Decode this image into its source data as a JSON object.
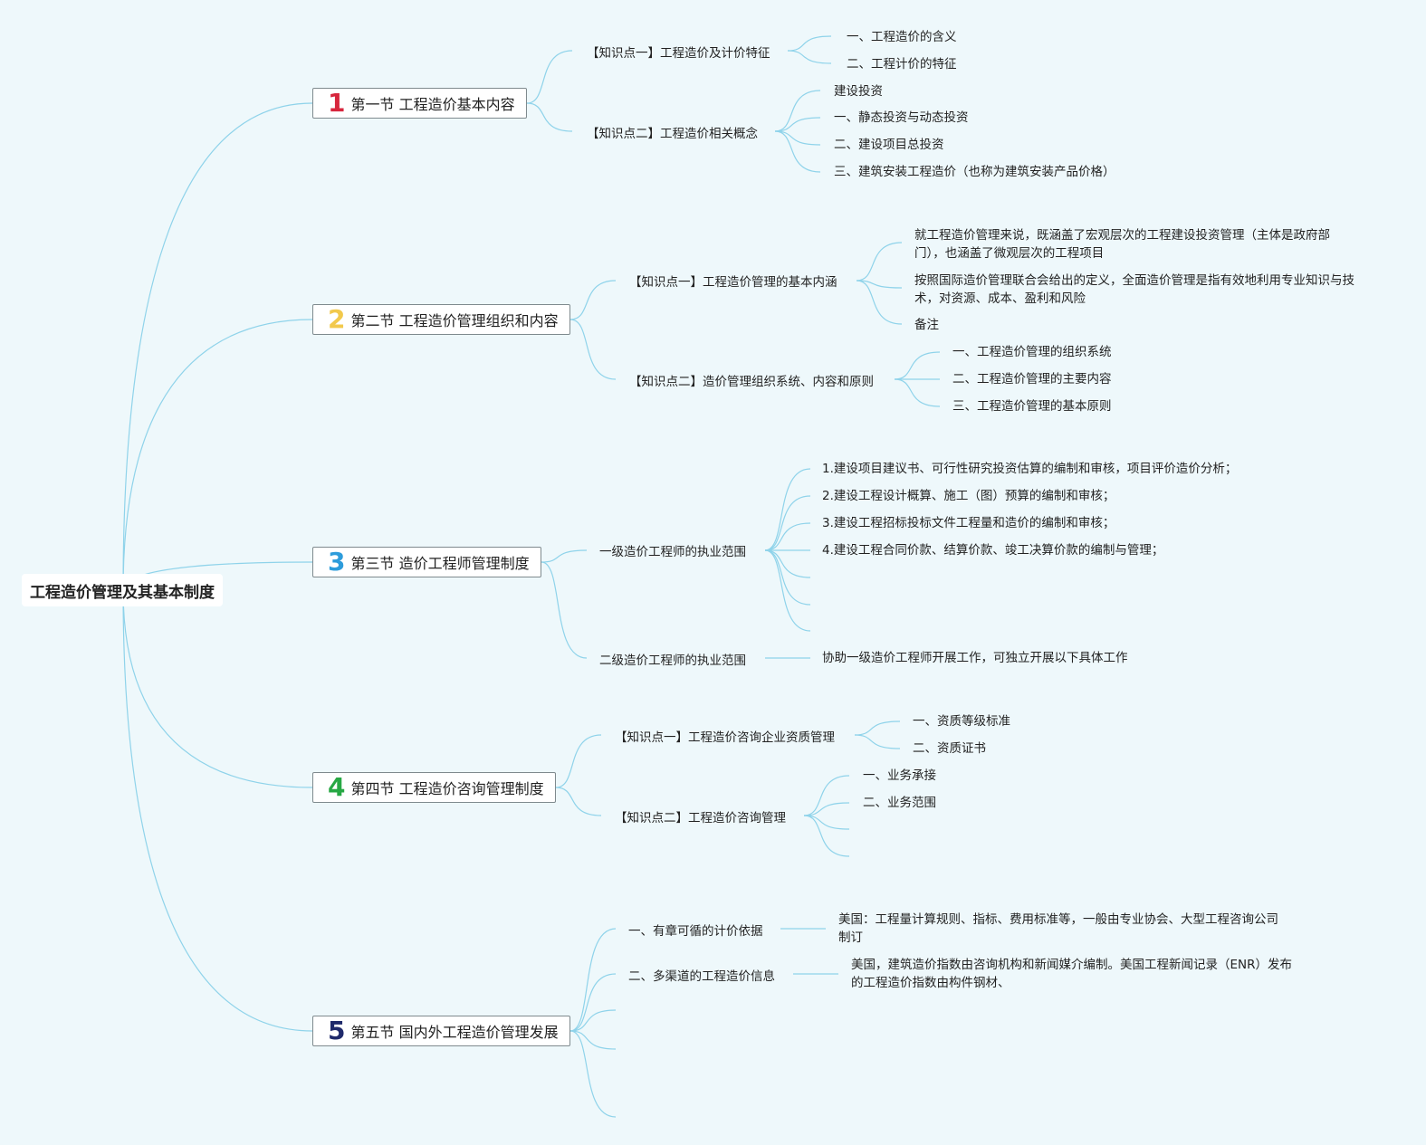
{
  "colors": {
    "background": "#eef8fb",
    "connector": "#8fd3ea",
    "section1_num": "#d7263d",
    "section2_num": "#f2c94c",
    "section3_num": "#2d9cdb",
    "section4_num": "#27a844",
    "section5_num": "#1f2a6b"
  },
  "root": {
    "title": "工程造价管理及其基本制度"
  },
  "sections": [
    {
      "num": "1",
      "title": "第一节 工程造价基本内容",
      "knowledge_points": [
        {
          "label": "【知识点一】工程造价及计价特征",
          "items": [
            "一、工程造价的含义",
            "二、工程计价的特征"
          ]
        },
        {
          "label": "【知识点二】工程造价相关概念",
          "items": [
            "建设投资",
            "一、静态投资与动态投资",
            "二、建设项目总投资",
            "三、建筑安装工程造价（也称为建筑安装产品价格）"
          ]
        }
      ]
    },
    {
      "num": "2",
      "title": "第二节 工程造价管理组织和内容",
      "knowledge_points": [
        {
          "label": "【知识点一】工程造价管理的基本内涵",
          "items": [
            "就工程造价管理来说，既涵盖了宏观层次的工程建设投资管理（主体是政府部门），也涵盖了微观层次的工程项目",
            "按照国际造价管理联合会给出的定义，全面造价管理是指有效地利用专业知识与技术，对资源、成本、盈利和风险",
            "备注"
          ]
        },
        {
          "label": "【知识点二】造价管理组织系统、内容和原则",
          "items": [
            "一、工程造价管理的组织系统",
            "二、工程造价管理的主要内容",
            "三、工程造价管理的基本原则"
          ]
        }
      ]
    },
    {
      "num": "3",
      "title": "第三节 造价工程师管理制度",
      "knowledge_points": [
        {
          "label": "一级造价工程师的执业范围",
          "items": [
            "1.建设项目建议书、可行性研究投资估算的编制和审核，项目评价造价分析；",
            "2.建设工程设计概算、施工（图）预算的编制和审核；",
            "3.建设工程招标投标文件工程量和造价的编制和审核；",
            "4.建设工程合同价款、结算价款、竣工决算价款的编制与管理；"
          ]
        },
        {
          "label": "二级造价工程师的执业范围",
          "items": [
            "协助一级造价工程师开展工作，可独立开展以下具体工作"
          ]
        }
      ]
    },
    {
      "num": "4",
      "title": "第四节 工程造价咨询管理制度",
      "knowledge_points": [
        {
          "label": "【知识点一】工程造价咨询企业资质管理",
          "items": [
            "一、资质等级标准",
            "二、资质证书"
          ]
        },
        {
          "label": "【知识点二】工程造价咨询管理",
          "items": [
            "一、业务承接",
            "二、业务范围"
          ]
        }
      ]
    },
    {
      "num": "5",
      "title": "第五节 国内外工程造价管理发展",
      "knowledge_points": [
        {
          "label": "一、有章可循的计价依据",
          "items": [
            "美国：工程量计算规则、指标、费用标准等，一般由专业协会、大型工程咨询公司制订"
          ]
        },
        {
          "label": "二、多渠道的工程造价信息",
          "items": [
            "美国，建筑造价指数由咨询机构和新闻媒介编制。美国工程新闻记录（ENR）发布的工程造价指数由构件钢材、"
          ]
        }
      ]
    }
  ]
}
